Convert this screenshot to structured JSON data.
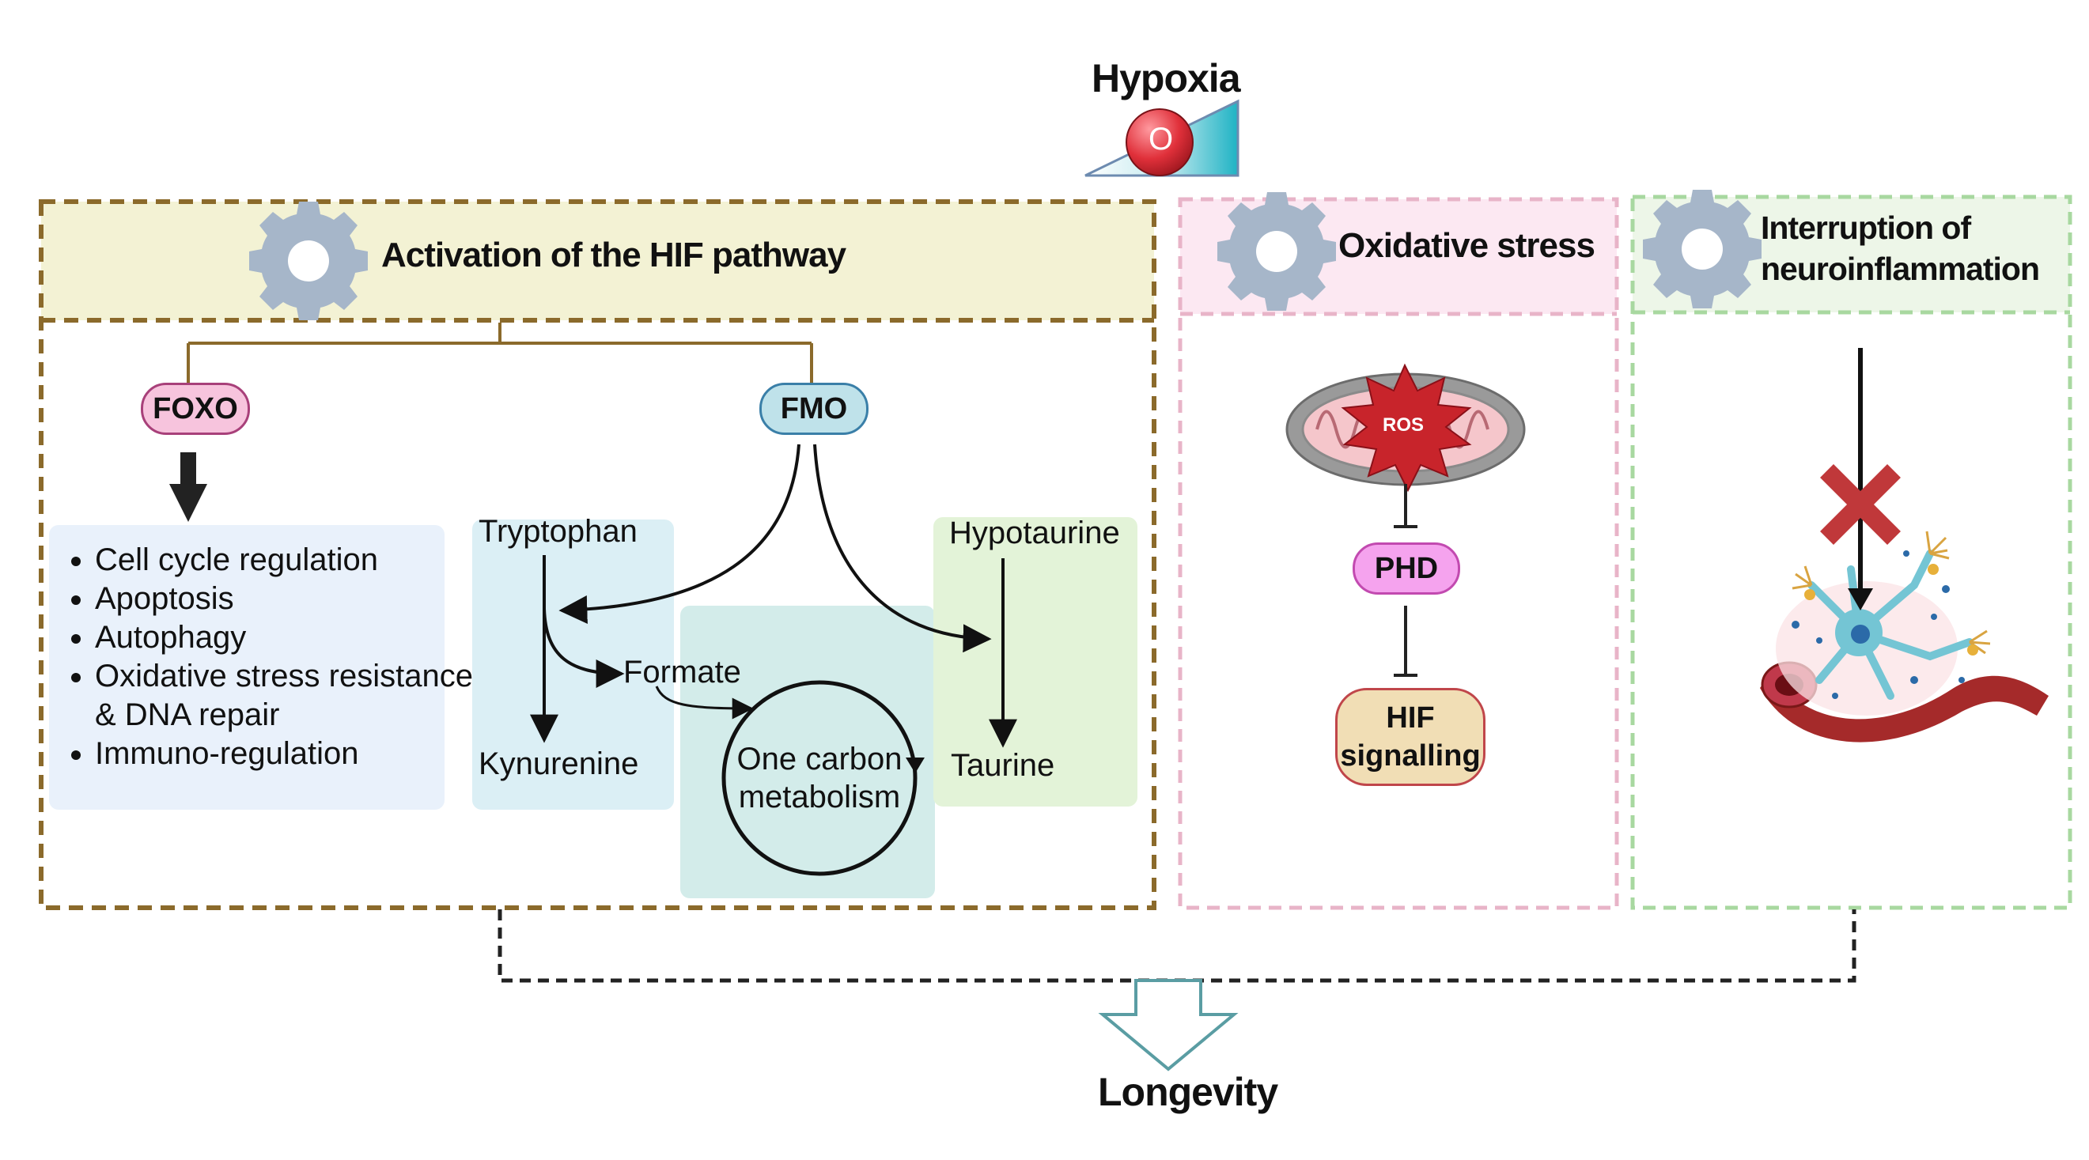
{
  "colors": {
    "hif_border": "#8b6a2b",
    "hif_header_fill": "#f3f2d4",
    "oxidative_border": "#e8b4c8",
    "oxidative_header_fill": "#fce8f2",
    "neuro_border": "#a8d8a0",
    "neuro_header_fill": "#edf6e8",
    "gear": "#a6b6c9",
    "foxo_fill": "#f7c4dd",
    "fmo_fill": "#bfe2ea",
    "phd_fill": "#f5a3ee",
    "hif_sig_fill": "#f1deb5",
    "box_blue": "#e9f1fb",
    "box_cyan": "#dbeff5",
    "box_teal": "#d3ecea",
    "box_green": "#e3f3d8",
    "ros": "#c8242b",
    "cross": "#c0383a"
  },
  "top": {
    "hypoxia_label": "Hypoxia",
    "oxygen_symbol": "O"
  },
  "panels": {
    "hif": {
      "title": "Activation of the HIF pathway",
      "foxo": "FOXO",
      "fmo": "FMO",
      "foxo_effects": [
        "Cell cycle regulation",
        "Apoptosis",
        "Autophagy",
        "Oxidative stress resistance & DNA repair",
        "Immuno-regulation"
      ],
      "tryptophan": "Tryptophan",
      "kynurenine": "Kynurenine",
      "formate": "Formate",
      "one_carbon_line1": "One carbon",
      "one_carbon_line2": "metabolism",
      "hypotaurine": "Hypotaurine",
      "taurine": "Taurine"
    },
    "oxidative": {
      "title": "Oxidative stress",
      "ros": "ROS",
      "phd": "PHD",
      "hif_line1": "HIF",
      "hif_line2": "signalling"
    },
    "neuro": {
      "title_line1": "Interruption of",
      "title_line2": "neuroinflammation"
    }
  },
  "bottom": {
    "outcome": "Longevity"
  }
}
